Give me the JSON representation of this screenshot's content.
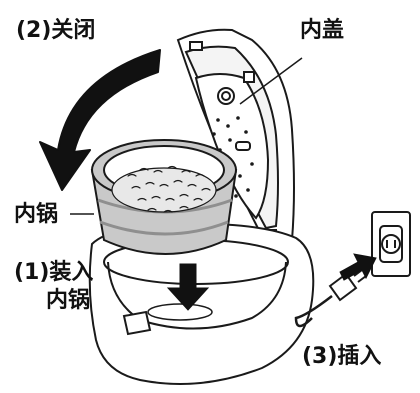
{
  "labels": {
    "close": "(2)关闭",
    "inner_lid": "内盖",
    "inner_pot": "内锅",
    "insert_step": "(1)装入",
    "insert_pot": "内锅",
    "plug_in": "(3)插入"
  },
  "colors": {
    "line": "#1a1a1a",
    "pot_fill": "#c9c9c9",
    "pot_dark": "#8f8f8f",
    "rice_fill": "#e8e8e8",
    "arrow_fill": "#111111"
  }
}
